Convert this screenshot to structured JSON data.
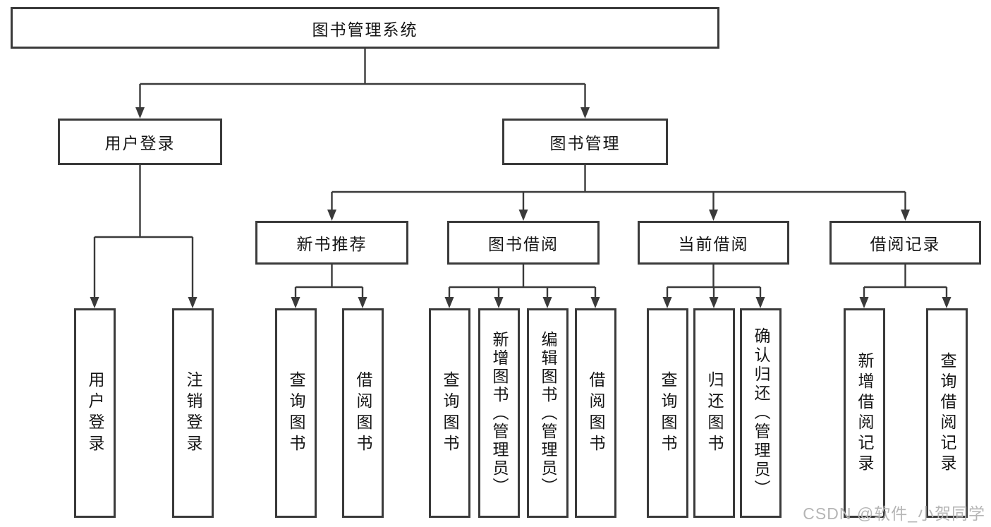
{
  "tree": {
    "root": {
      "label": "图书管理系统"
    },
    "branches": [
      {
        "label": "用户登录",
        "children": [
          "用户登录",
          "注销登录"
        ]
      },
      {
        "label": "图书管理",
        "sections": [
          {
            "label": "新书推荐",
            "children": [
              "查询图书",
              "借阅图书"
            ]
          },
          {
            "label": "图书借阅",
            "children": [
              "查询图书",
              "新增图书（管理员）",
              "编辑图书（管理员）",
              "借阅图书"
            ]
          },
          {
            "label": "当前借阅",
            "children": [
              "查询图书",
              "归还图书",
              "确认归还（管理员）"
            ]
          },
          {
            "label": "借阅记录",
            "children": [
              "新增借阅记录",
              "查询借阅记录"
            ]
          }
        ]
      }
    ]
  },
  "watermark": {
    "text": "CSDN @软件_小贺同学"
  },
  "colors": {
    "line": "#3a3a3a",
    "text": "#161616",
    "watermark": "#b5b5b5",
    "background": "#ffffff"
  }
}
